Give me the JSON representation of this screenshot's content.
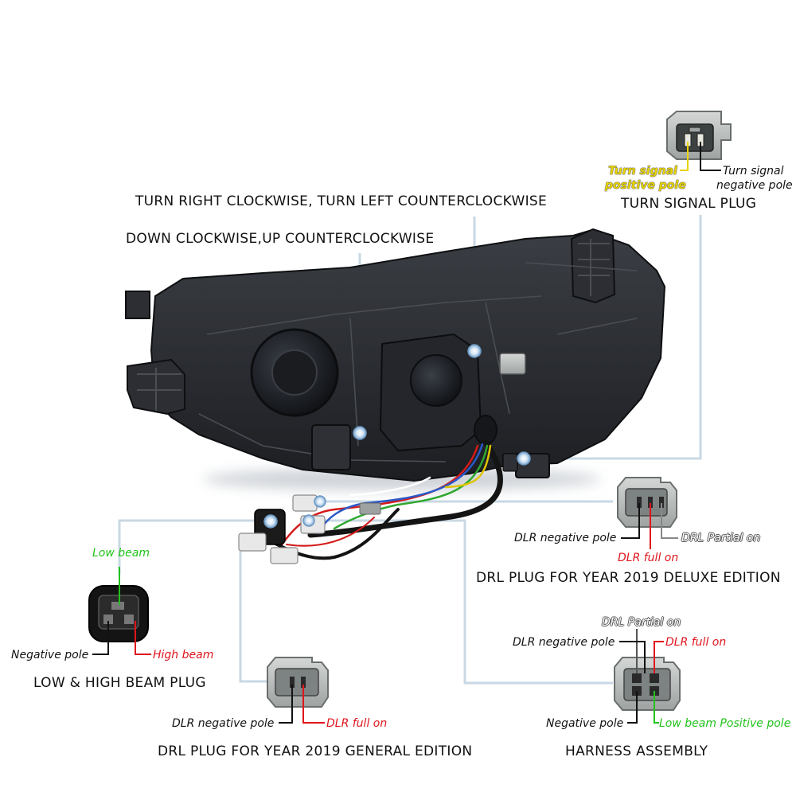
{
  "headings": {
    "aim_horizontal": "TURN RIGHT CLOCKWISE, TURN LEFT COUNTERCLOCKWISE",
    "aim_vertical": "DOWN CLOCKWISE,UP COUNTERCLOCKWISE",
    "turn_signal_plug": "TURN SIGNAL PLUG",
    "drl_deluxe": "DRL PLUG FOR YEAR 2019 DELUXE EDITION",
    "low_high_beam": "LOW & HIGH BEAM PLUG",
    "drl_general": "DRL PLUG FOR YEAR 2019 GENERAL EDITION",
    "harness_assembly": "HARNESS ASSEMBLY"
  },
  "turn_signal": {
    "positive_line1": "Turn signal",
    "positive_line2": "positive pole",
    "negative_line1": "Turn signal",
    "negative_line2": "negative pole"
  },
  "drl_deluxe": {
    "negative": "DLR negative pole",
    "full_on": "DLR full on",
    "partial_on": "DRL Partial on"
  },
  "beam_plug": {
    "low_beam": "Low beam",
    "negative": "Negative pole",
    "high_beam": "High beam"
  },
  "drl_general": {
    "negative": "DLR negative pole",
    "full_on": "DLR full on"
  },
  "harness": {
    "partial_on": "DRL Partial on",
    "drl_negative": "DLR negative pole",
    "drl_full_on": "DLR full on",
    "negative": "Negative pole",
    "low_beam_positive": "Low beam Positive pole"
  },
  "colors": {
    "callout_line": "#c8d8e4",
    "red_wire": "#e0141c",
    "green_wire": "#22c21c",
    "yellow_wire": "#e8d400",
    "housing": "#2a2c30"
  }
}
